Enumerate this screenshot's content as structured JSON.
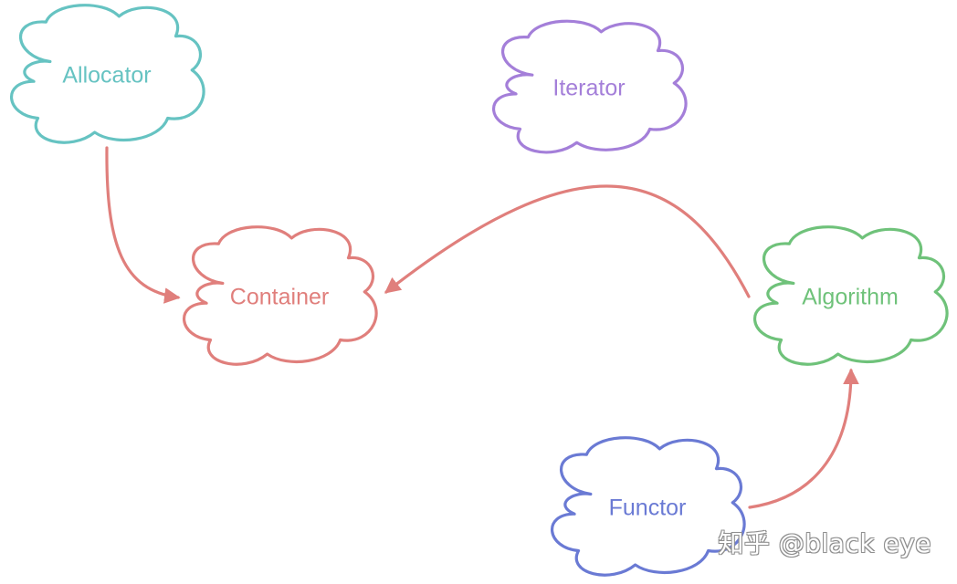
{
  "nodes": [
    {
      "id": "allocator",
      "label": "Allocator",
      "color": "#66c3c2"
    },
    {
      "id": "iterator",
      "label": "Iterator",
      "color": "#a47fd9"
    },
    {
      "id": "container",
      "label": "Container",
      "color": "#e07f7c"
    },
    {
      "id": "algorithm",
      "label": "Algorithm",
      "color": "#6fc27a"
    },
    {
      "id": "functor",
      "label": "Functor",
      "color": "#6a7ad4"
    }
  ],
  "edges": [
    {
      "from": "allocator",
      "to": "container"
    },
    {
      "from": "algorithm",
      "to": "container"
    },
    {
      "from": "functor",
      "to": "algorithm"
    }
  ],
  "edge_color": "#e07f7c",
  "watermark": "知乎 @black eye"
}
